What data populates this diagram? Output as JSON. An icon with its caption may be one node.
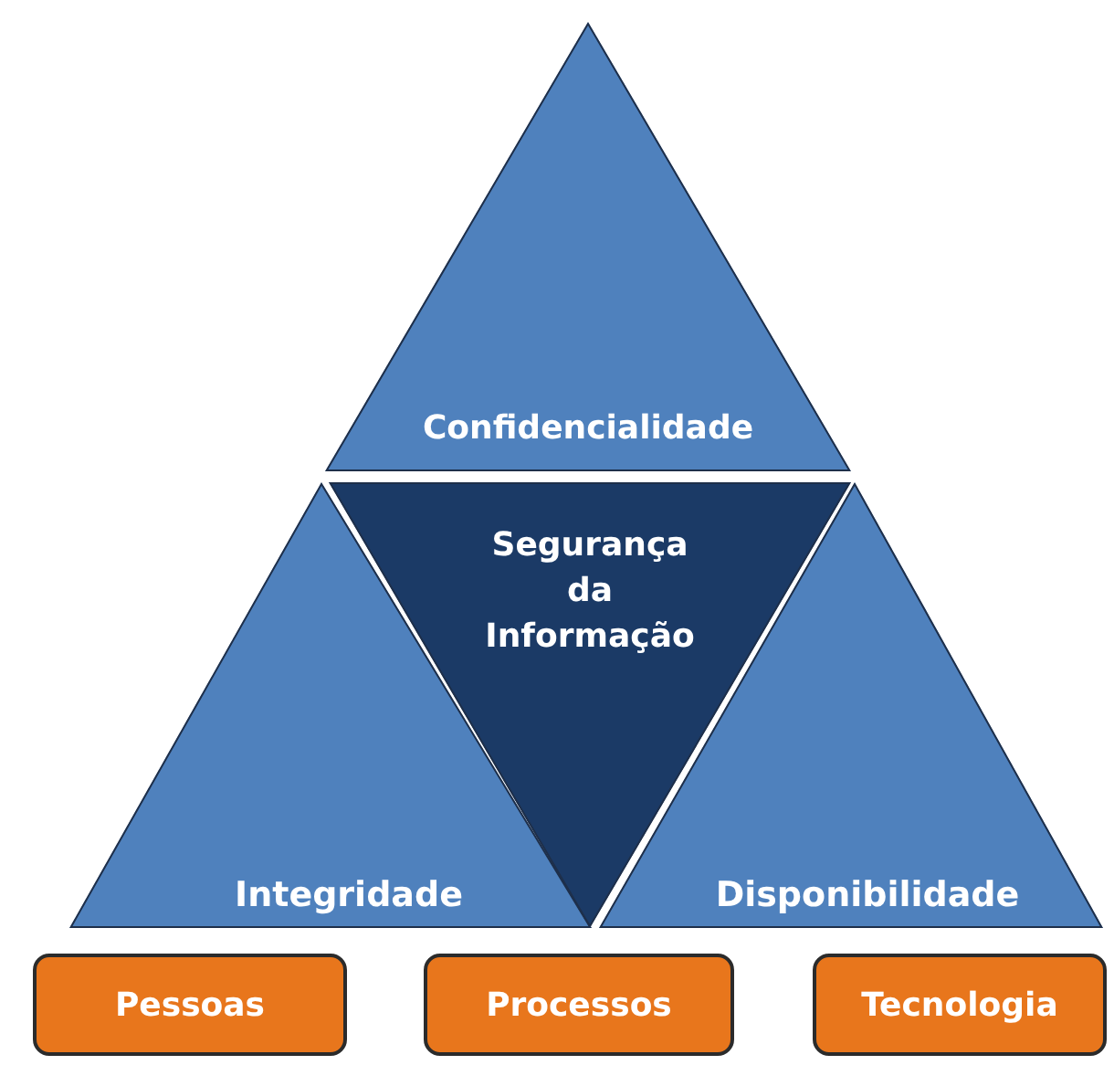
{
  "diagram": {
    "nodes": [
      {
        "text": [
          "Confidencialidade"
        ]
      },
      {
        "text": [
          "Segurança da Informação"
        ]
      },
      {
        "text": [
          "Integridade"
        ]
      },
      {
        "text": [
          "Disponibilidade"
        ]
      },
      {
        "text": [
          "Pessoas"
        ]
      },
      {
        "text": [
          "Processos"
        ]
      },
      {
        "text": [
          "Tecnologia"
        ]
      }
    ],
    "edges": []
  }
}
